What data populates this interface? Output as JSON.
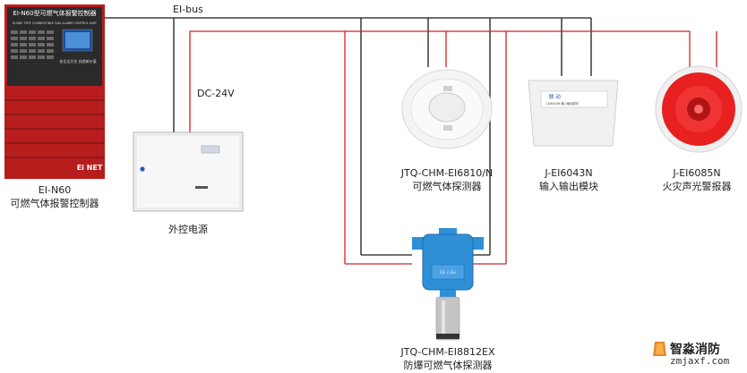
{
  "wires": {
    "bus_label": "EI-bus",
    "power_label": "DC-24V"
  },
  "panel": {
    "title": "EI-N60型可燃气体报警控制器",
    "subtitle": "EI-N60 TYPE COMBUSTIBLE GAS ALARM CONTROL UNIT",
    "slogan": "安全全方位 创造新价值",
    "logo_text": "Ei NET",
    "model": "EI-N60",
    "name": "可燃气体报警控制器"
  },
  "power_supply": {
    "name": "外控电源"
  },
  "devices": [
    {
      "model": "JTQ-CHM-EI6810/N",
      "name": "可燃气体探测器"
    },
    {
      "model": "J-EI6043N",
      "name": "输入输出模块"
    },
    {
      "model": "J-EI6085N",
      "name": "火灾声光警报器"
    },
    {
      "model": "JTQ-CHM-EI8812EX",
      "name": "防爆可燃气体探测器"
    }
  ],
  "io_module": {
    "label": "联 动",
    "small_text": "J-EI6043N 输入输出模块"
  },
  "explosion_proof_plate": "CE ◇ Ex",
  "brand": {
    "name": "智淼消防",
    "url": "zmjaxf.com"
  },
  "colors": {
    "bus_wire": "#1a1a1a",
    "power_wire": "#d42020",
    "panel_red": "#b81d1d",
    "detector_blue": "#2e8fd6",
    "beacon_red": "#e82020"
  }
}
